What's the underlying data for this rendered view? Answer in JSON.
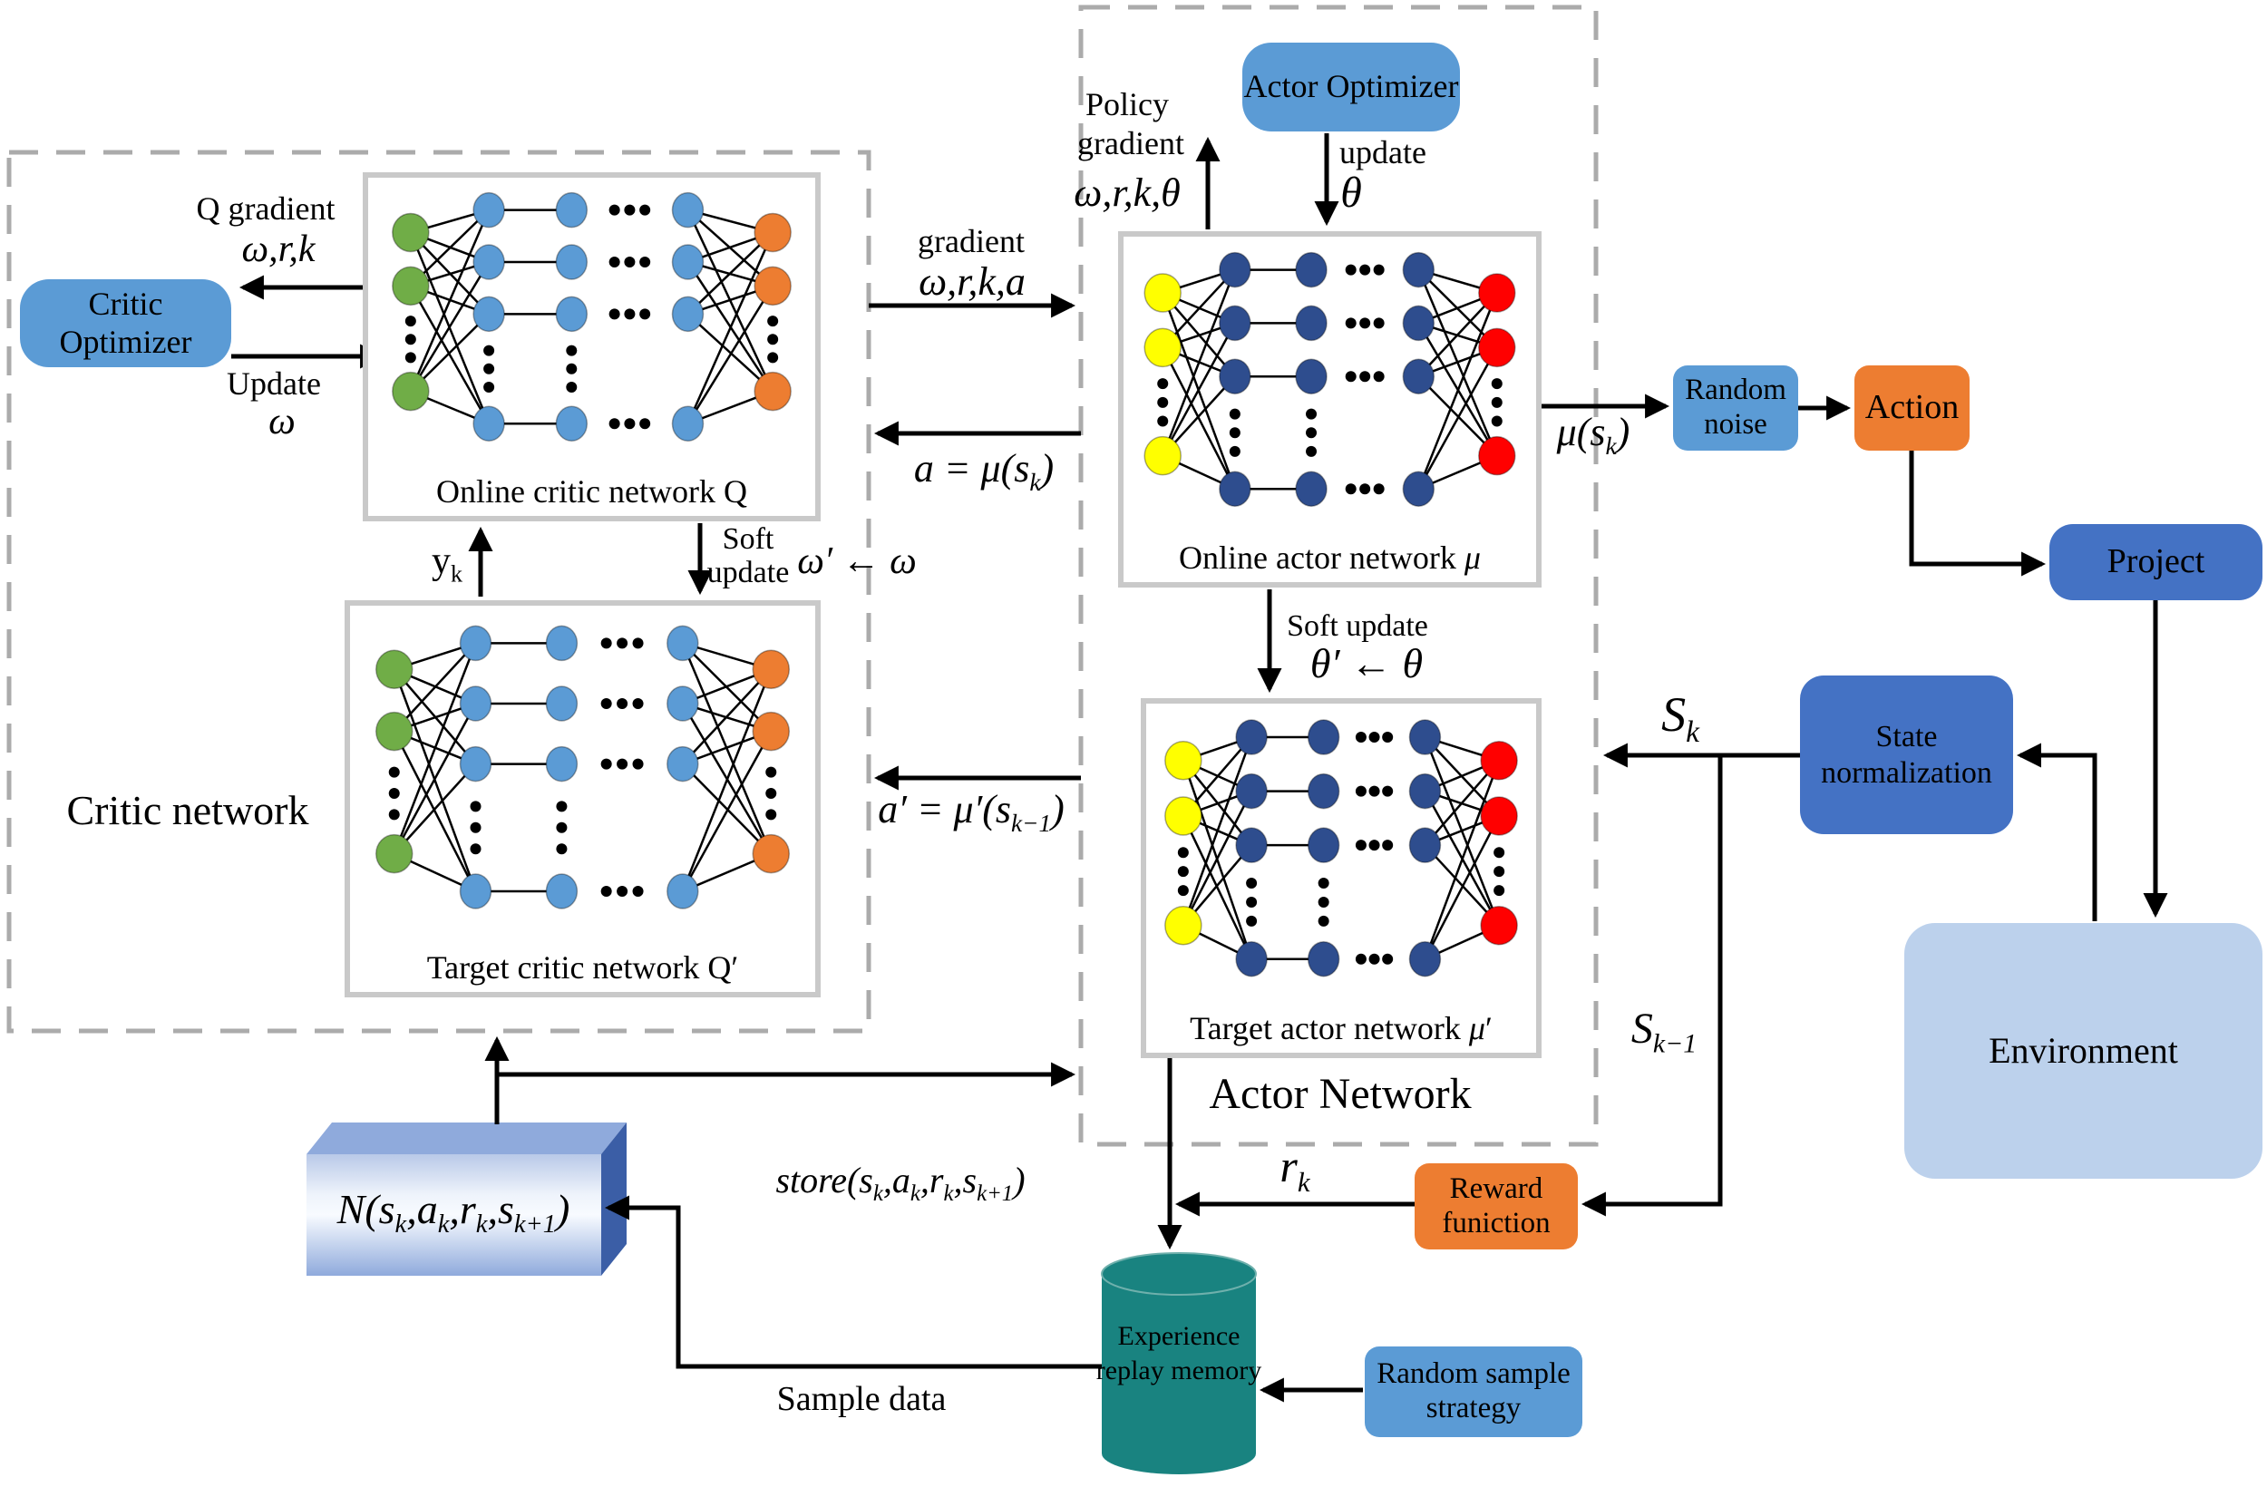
{
  "figure": {
    "critic_section_label": "Critic network",
    "actor_section_label": "Actor Network"
  },
  "optimizers": {
    "critic": "Critic Optimizer",
    "actor": "Actor Optimizer"
  },
  "networks": [
    {
      "name": "online-critic-network",
      "label": "Online critic network Q",
      "input_color": "#70AD47",
      "hidden_color": "#5B9BD5",
      "output_color": "#ED7D31"
    },
    {
      "name": "target-critic-network",
      "label": "Target critic network Q′",
      "input_color": "#70AD47",
      "hidden_color": "#5B9BD5",
      "output_color": "#ED7D31"
    },
    {
      "name": "online-actor-network",
      "label": "Online actor network <i>μ</i>",
      "input_color": "#FFFF00",
      "hidden_color": "#2E4D8E",
      "output_color": "#FF0000"
    },
    {
      "name": "target-actor-network",
      "label": "Target actor network <i>μ</i>′",
      "input_color": "#FFFF00",
      "hidden_color": "#2E4D8E",
      "output_color": "#FF0000"
    }
  ],
  "flow_labels": {
    "q_gradient": "Q gradient",
    "q_gradient_params": "ω,r,k",
    "update": "Update",
    "omega": "ω",
    "y_k": "y<sub>k</sub>",
    "soft_line1": "Soft",
    "soft_line2": "update",
    "omega_soft": "ω′ ← ω",
    "gradient": "gradient",
    "gradient_params": "ω,r,k,a",
    "action_eq": "a = μ(s<sub>k</sub>)",
    "action_prime_eq": "a′ = μ′(s<sub>k−1</sub>)",
    "policy_line1": "Policy",
    "policy_line2": "gradient",
    "policy_params": "ω,r,k,θ",
    "update_actor": "update",
    "theta": "θ",
    "soft_update_actor": "Soft update",
    "theta_soft": "θ′ ← θ",
    "mu_sk": "μ(s<sub>k</sub>)",
    "s_k": "S<sub>k</sub>",
    "s_k_minus_1": "S<sub>k−1</sub>",
    "r_k": "r<sub>k</sub>",
    "store": "store(s<sub>k</sub>,a<sub>k</sub>,r<sub>k</sub>,s<sub>k+1</sub>)",
    "sample_data": "Sample data"
  },
  "boxes": {
    "random_noise": {
      "line1": "Random",
      "line2": "noise"
    },
    "action": "Action",
    "project": "Project",
    "state_normalization": {
      "line1": "State",
      "line2": "normalization"
    },
    "environment": "Environment",
    "reward_function": {
      "line1": "Reward",
      "line2": "funiction"
    },
    "experience_replay": {
      "line1": "Experience",
      "line2": "replay memory"
    },
    "random_sample": {
      "line1": "Random sample",
      "line2": "strategy"
    },
    "replay_buffer": "N(s<sub>k</sub>,a<sub>k</sub>,r<sub>k</sub>,s<sub>k+1</sub>)"
  },
  "colors": {
    "optimizer_blue": "#5B9BD5",
    "accent_blue": "#4472C4",
    "environment_blue": "#BCD1EC",
    "orange": "#ED7D31",
    "teal": "#198380",
    "dash_gray": "#ABABAB",
    "box_border_gray": "#C9C9C9",
    "nbox_top": "#8FAADC",
    "nbox_side": "#3B5EA6",
    "node_green": "#70AD47",
    "node_blue": "#5B9BD5",
    "node_navy": "#2E4D8E",
    "node_yellow": "#FFFF00",
    "node_red": "#FF0000",
    "node_orange": "#ED7D31"
  }
}
